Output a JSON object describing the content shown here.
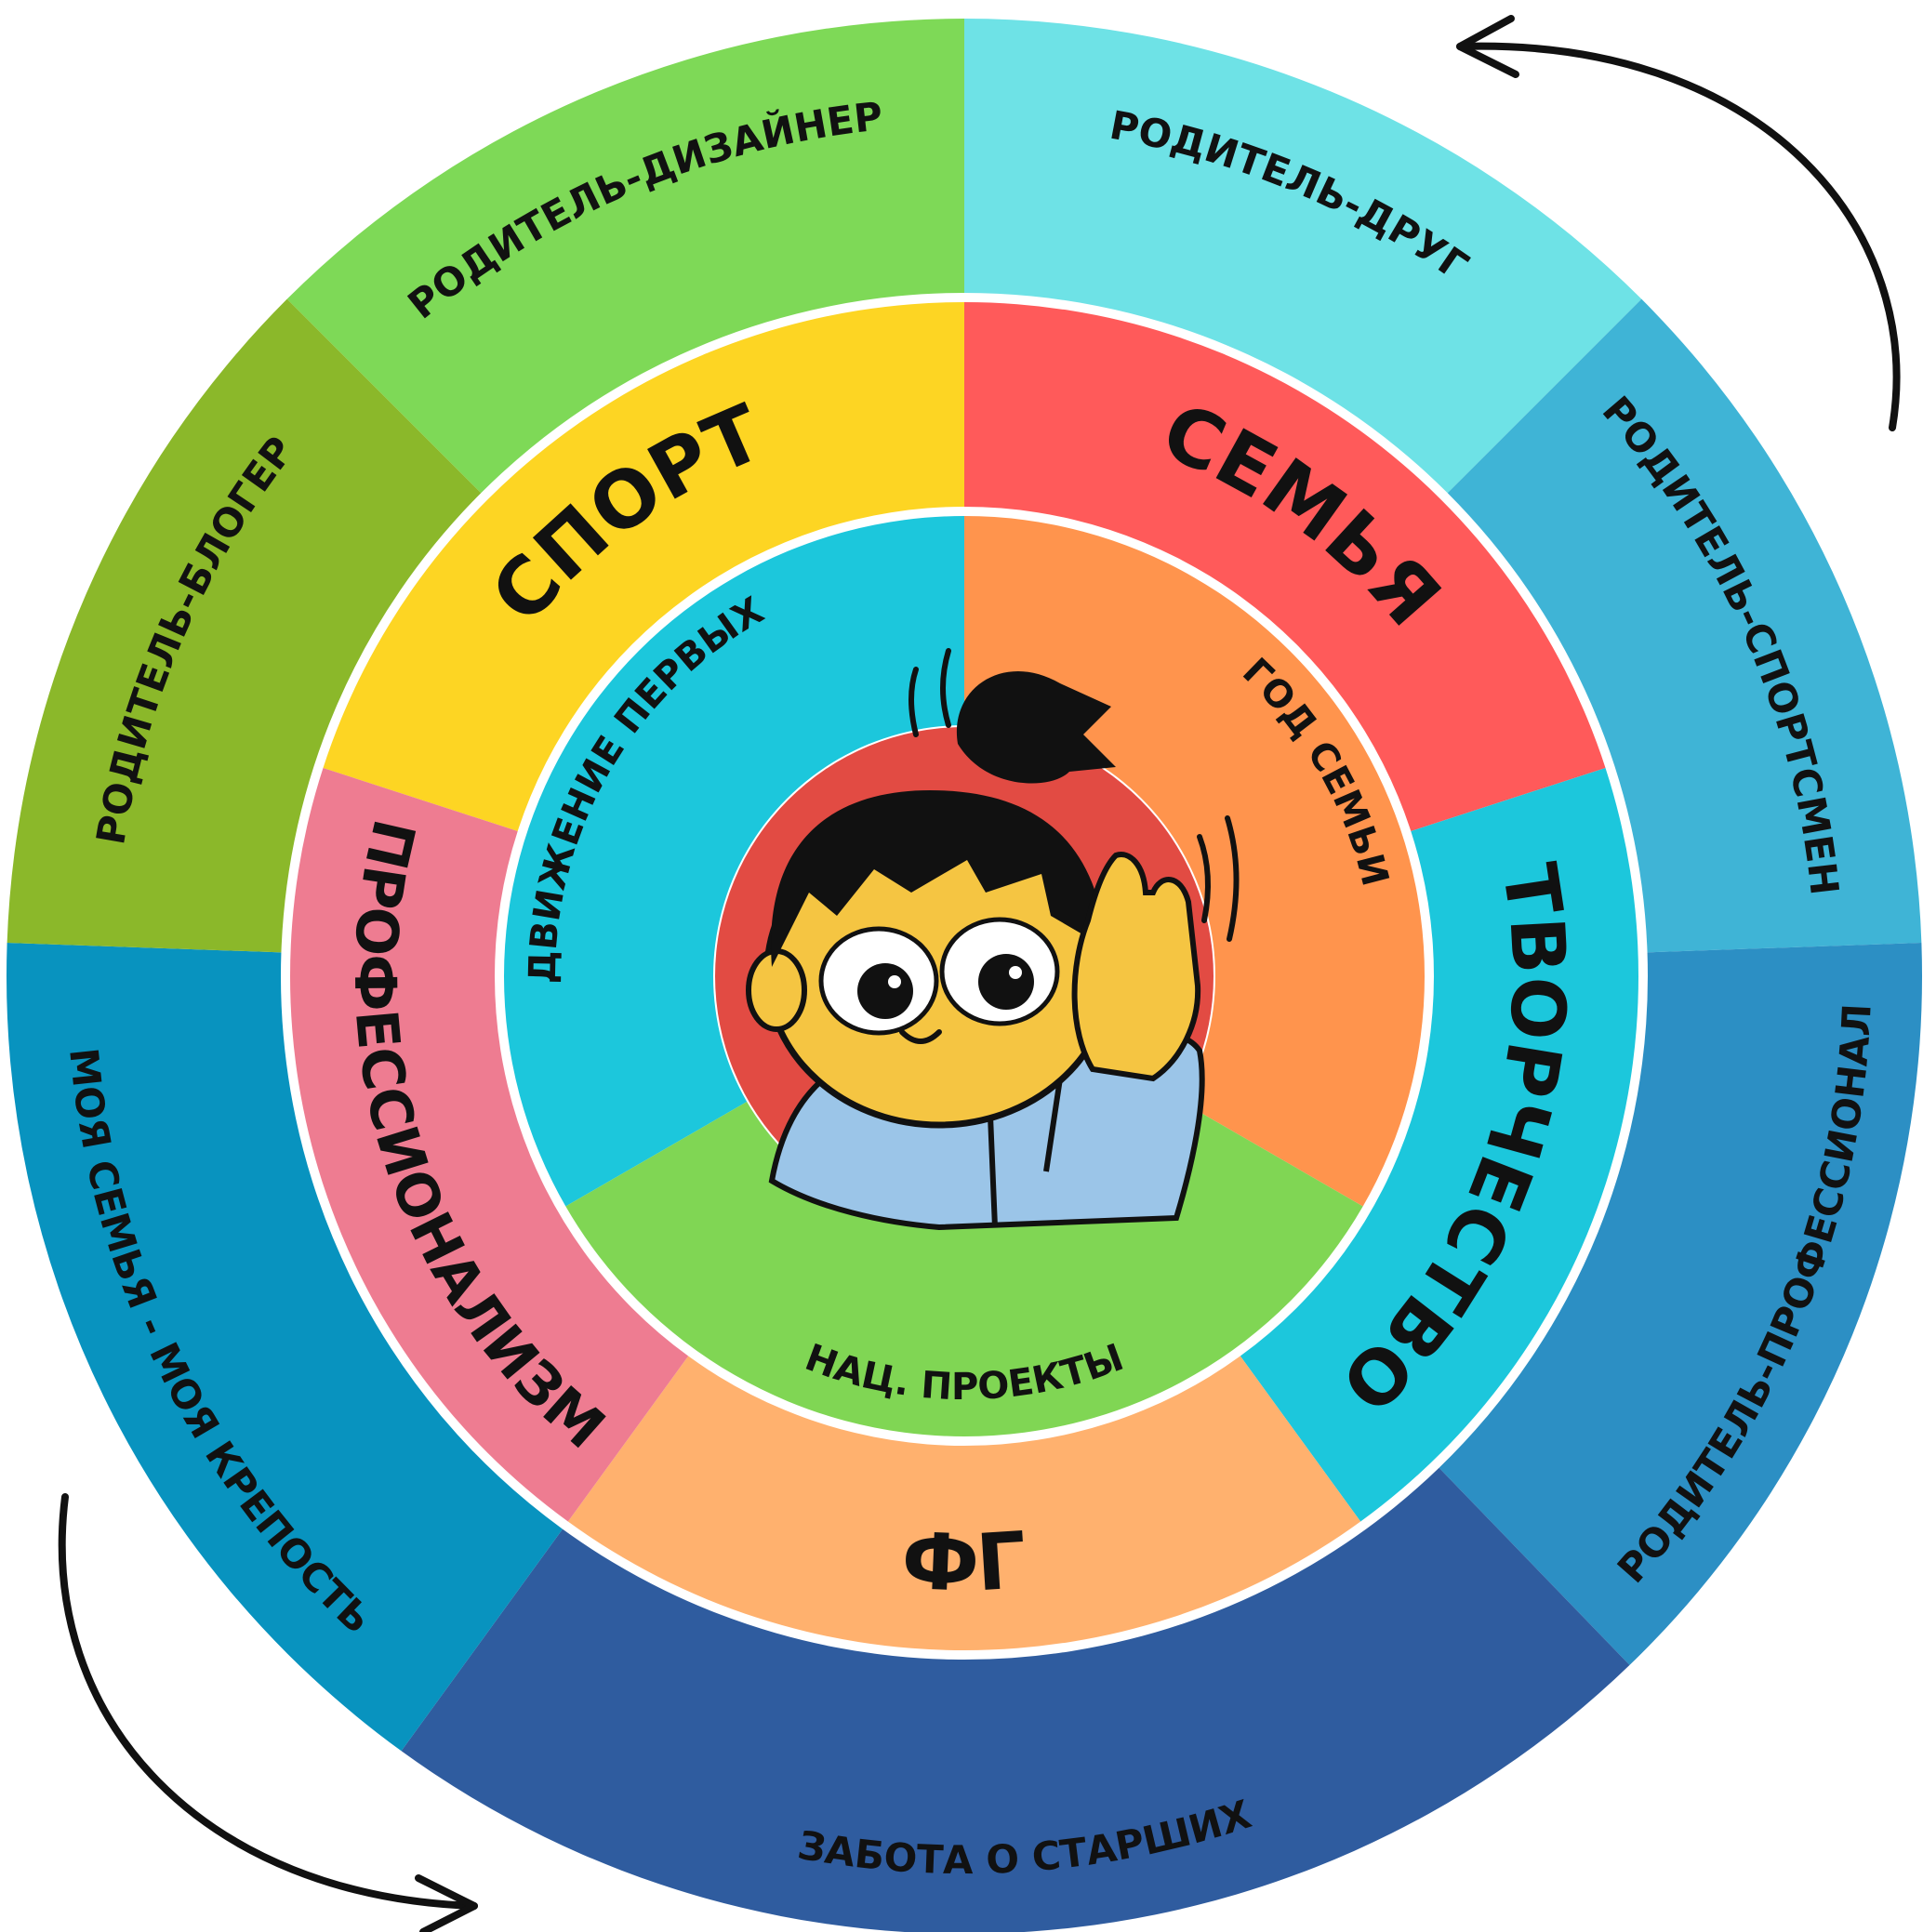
{
  "outer_ring": [
    {
      "label": "РОДИТЕЛЬ-ДИЗАЙНЕР",
      "color": "#7ED957"
    },
    {
      "label": "РОДИТЕЛЬ-ДРУГ",
      "color": "#6EE2E6"
    },
    {
      "label": "РОДИТЕЛЬ-СПОРТСМЕН",
      "color": "#3FB4D6"
    },
    {
      "label": "РОДИТЕЛЬ-ПРОФЕССИОНАЛ",
      "color": "#2C8FC4"
    },
    {
      "label": "ЗАБОТА О СТАРШИХ",
      "color": "#2F5C9F"
    },
    {
      "label": "МОЯ СЕМЬЯ - МОЯ КРЕПОСТЬ",
      "color": "#0893BF"
    },
    {
      "label": "РОДИТЕЛЬ-БЛОГЕР",
      "color": "#8BB82A"
    }
  ],
  "middle_ring": [
    {
      "label": "СПОРТ",
      "color": "#FDD523"
    },
    {
      "label": "СЕМЬЯ",
      "color": "#FF5A5A"
    },
    {
      "label": "ТВОРЧЕСТВО",
      "color": "#1CC7DC"
    },
    {
      "label": "ФГ",
      "color": "#FFB16E"
    },
    {
      "label": "ПРОФЕССИОНАЛИЗМ",
      "color": "#EE7C91"
    }
  ],
  "inner_ring": [
    {
      "label": "ДВИЖЕНИЕ ПЕРВЫХ",
      "color": "#1CC7DC"
    },
    {
      "label": "ГОД СЕМЬИ",
      "color": "#FF944D"
    },
    {
      "label": "НАЦ. ПРОЕКТЫ",
      "color": "#80D654"
    }
  ],
  "center": {
    "icon": "listening-child-icon",
    "backdrop_color": "#E24B43"
  }
}
